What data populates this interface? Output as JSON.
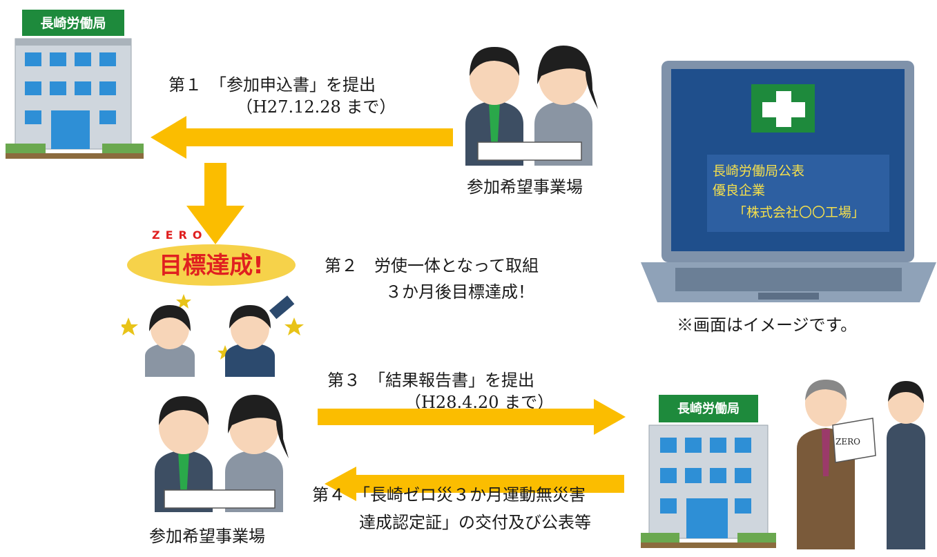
{
  "office": {
    "name": "長崎労働局"
  },
  "step1": {
    "line1": "第１　「参加申込書」を提出",
    "line2": "（H27.12.28 まで）"
  },
  "participant_label_top": "参加希望事業場",
  "banner": {
    "zero": "ZERO",
    "text": "目標達成!"
  },
  "step2": {
    "line1": "第２　労使一体となって取組",
    "line2": "３か月後目標達成！"
  },
  "step3": {
    "line1": "第３　「結果報告書」を提出",
    "line2": "（H28.4.20 まで）"
  },
  "participant_label_bottom": "参加希望事業場",
  "step4": {
    "line1": "第４　「長崎ゼロ災３か月運動無災害",
    "line2": "達成認定証」の交付及び公表等"
  },
  "laptop_screen": {
    "line1": "長崎労働局公表",
    "line2": "優良企業",
    "line3": "「株式会社〇〇工場」"
  },
  "screen_note": "※画面はイメージです。",
  "certificate_text": "ZERO",
  "colors": {
    "arrow": "#fbbd00",
    "sign": "#1e8a3c",
    "screen": "#1f4f8c",
    "building": "#cfd6dd",
    "window": "#2e8fd6"
  }
}
